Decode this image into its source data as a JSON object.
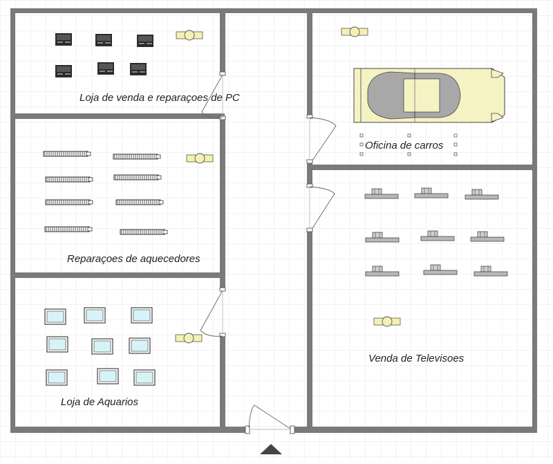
{
  "floorplan": {
    "rooms": {
      "pc_shop": "Loja de venda e reparaçoes de PC",
      "heaters": "Reparaçoes de aquecedores",
      "aquariums": "Loja de Aquarios",
      "car_workshop": "Oficina de carros",
      "tv_shop": "Venda de Televisoes"
    },
    "colors": {
      "wall": "#7a7a7a",
      "grid": "#e6e6e6",
      "lamp": "#f5f0b4",
      "car_body": "#f5f2c4",
      "car_roof": "#a8a8a8",
      "aquarium": "#d6f4f8",
      "tv": "#b8b8b8",
      "computer": "#2b2b2b",
      "entrance": "#444444"
    },
    "icons": {
      "computer": "computer-icon",
      "heater": "heater-icon",
      "aquarium": "aquarium-icon",
      "tv": "television-icon",
      "lamp": "ceiling-lamp-icon",
      "car": "car-icon",
      "entrance": "entrance-arrow-icon"
    }
  }
}
